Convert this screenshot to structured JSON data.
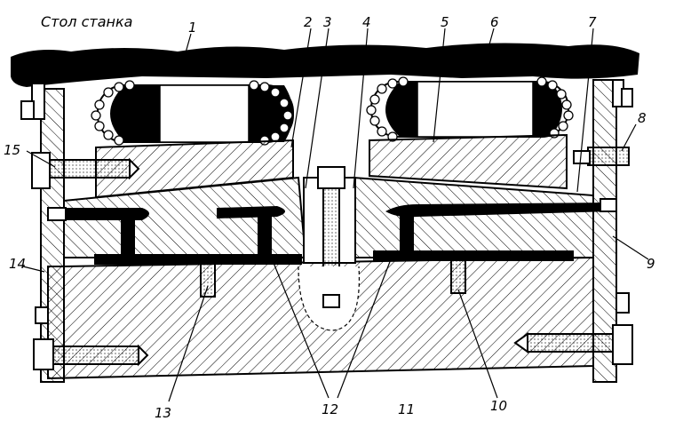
{
  "title": "Стол станка",
  "labels": {
    "l1": "1",
    "l2": "2",
    "l3": "3",
    "l4": "4",
    "l5": "5",
    "l6": "6",
    "l7": "7",
    "l8": "8",
    "l9": "9",
    "l10": "10",
    "l11": "11",
    "l12": "12",
    "l13": "13",
    "l14": "14",
    "l15": "15"
  },
  "colors": {
    "ink": "#000000",
    "paper": "#ffffff"
  }
}
